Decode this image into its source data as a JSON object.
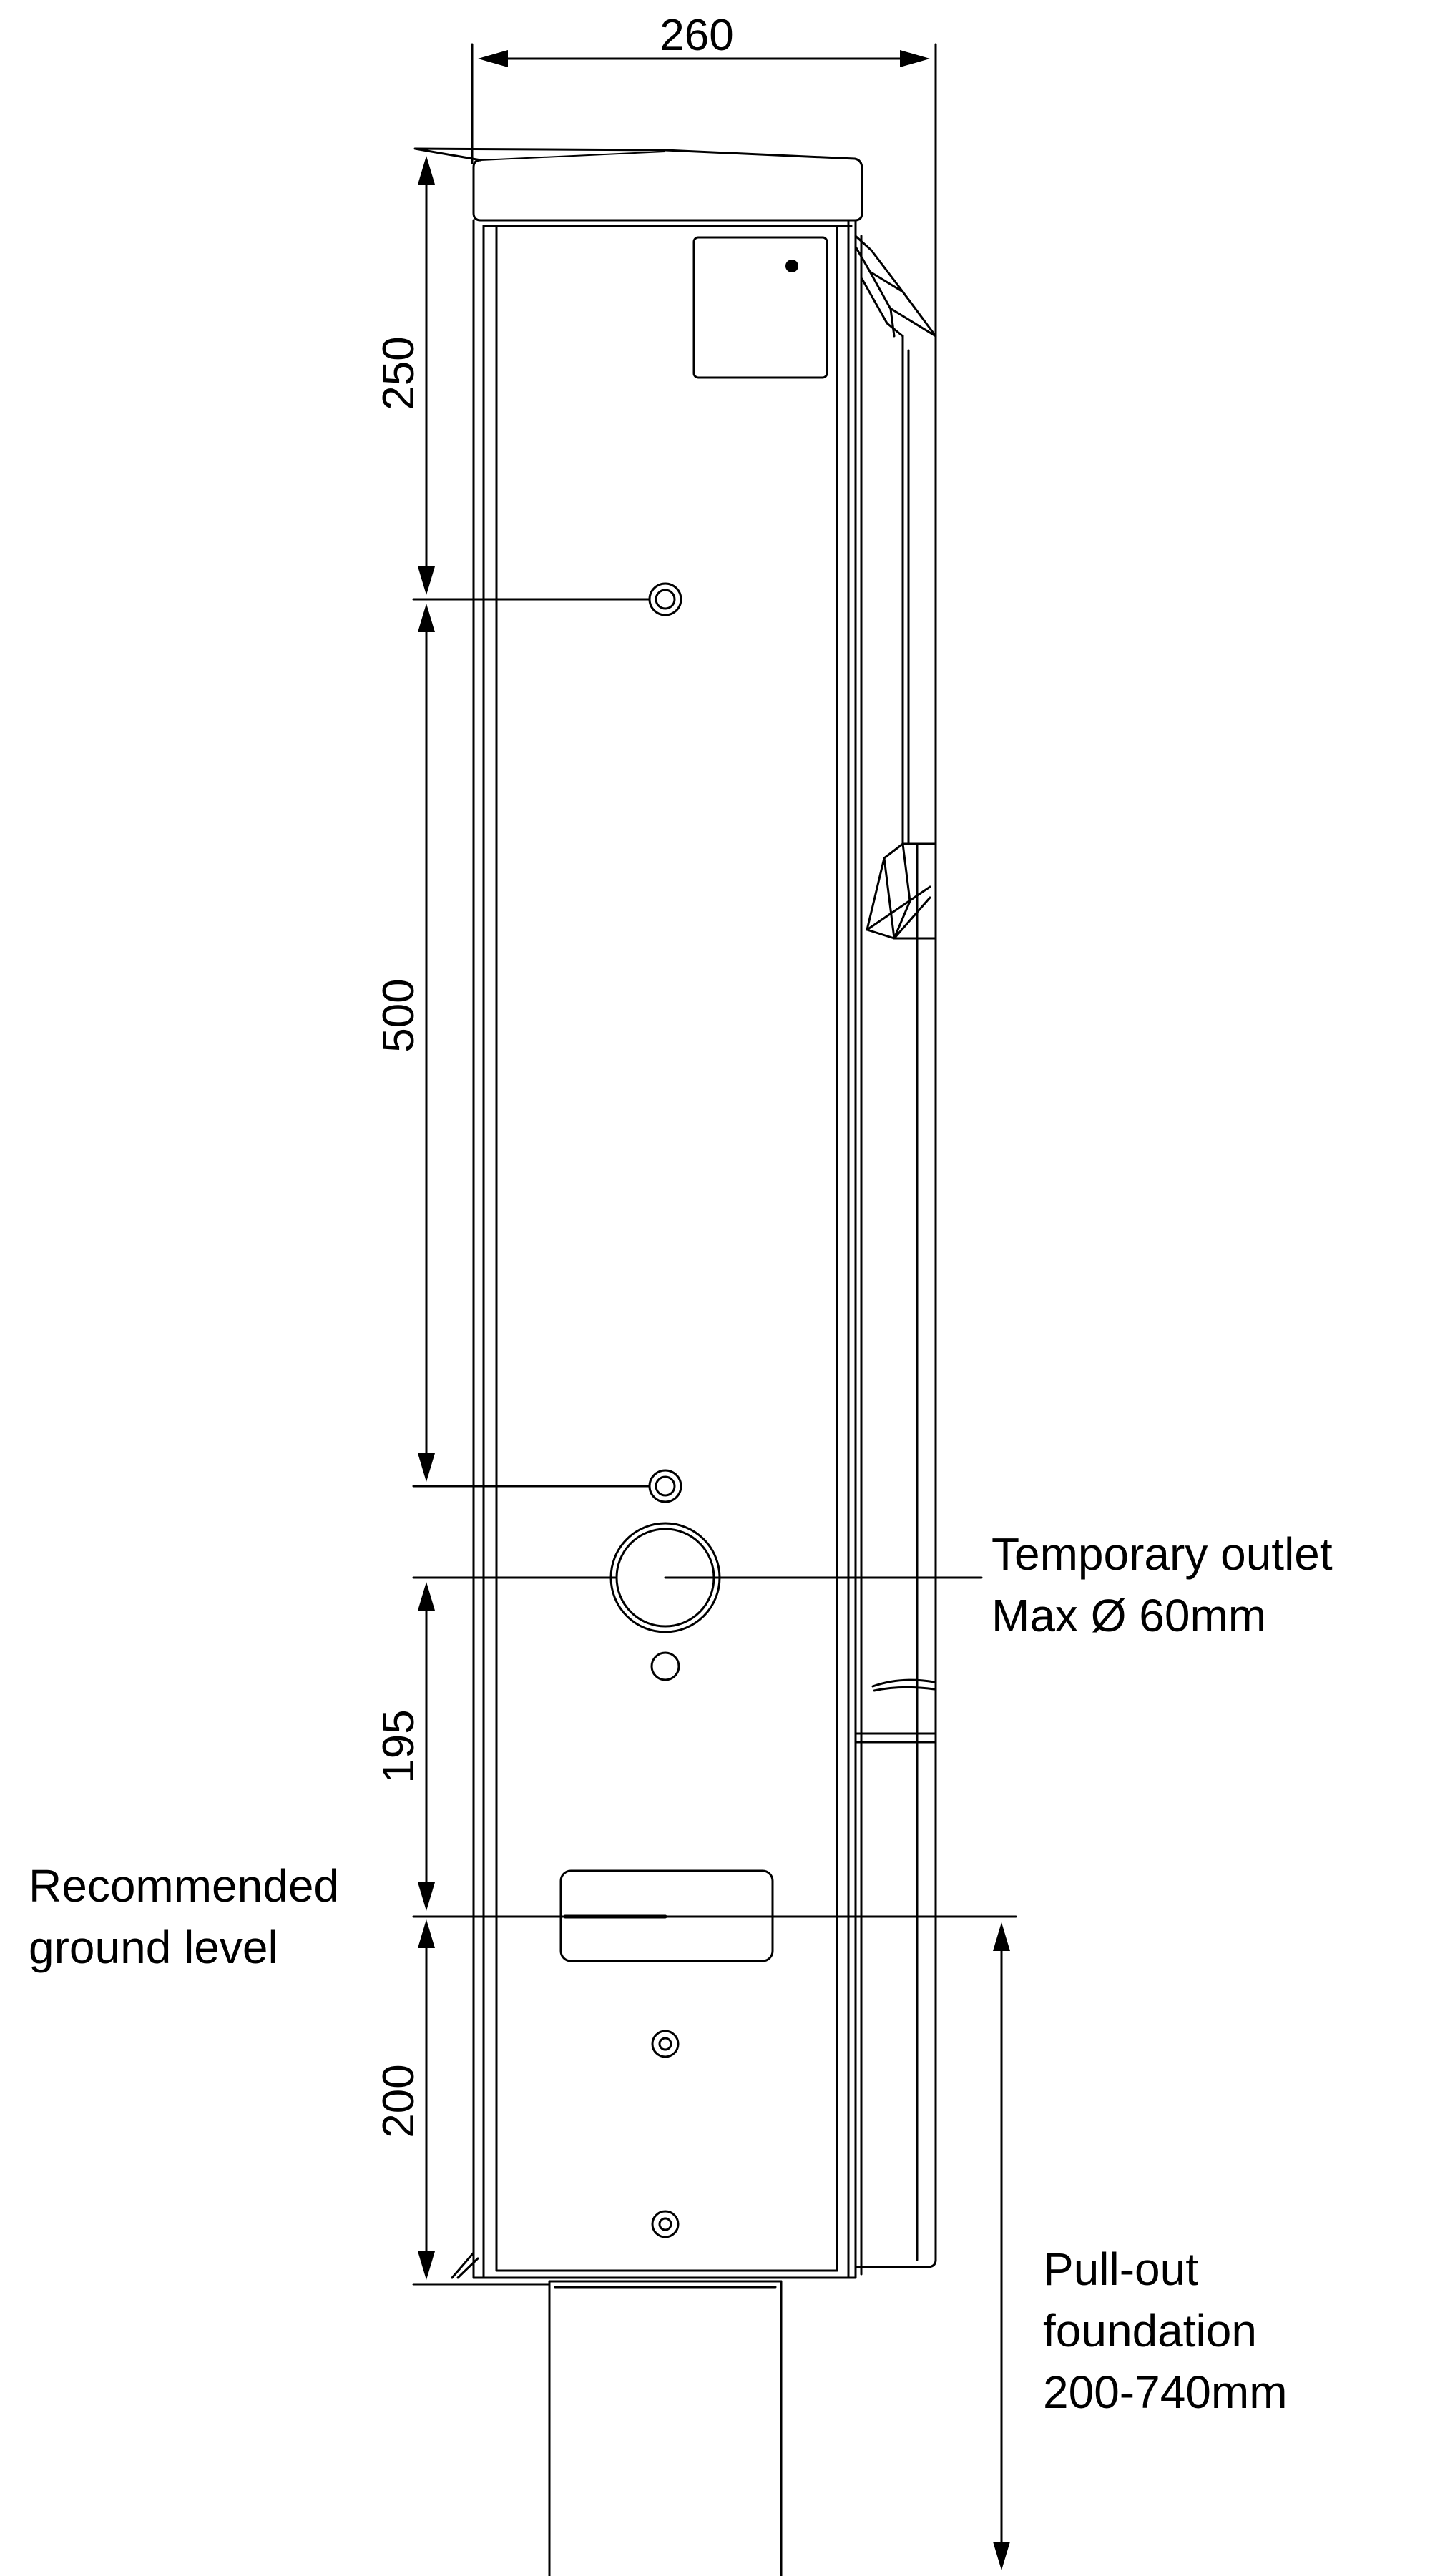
{
  "dimensions": {
    "width": "260",
    "top_section": "250",
    "middle_section": "500",
    "lower_section": "195",
    "below_ground": "200"
  },
  "callouts": {
    "temporary_outlet": [
      "Temporary outlet",
      "Max Ø 60mm"
    ],
    "ground_level": [
      "Recommended",
      "ground level"
    ],
    "foundation": [
      "Pull-out",
      "foundation",
      "200-740mm"
    ]
  }
}
